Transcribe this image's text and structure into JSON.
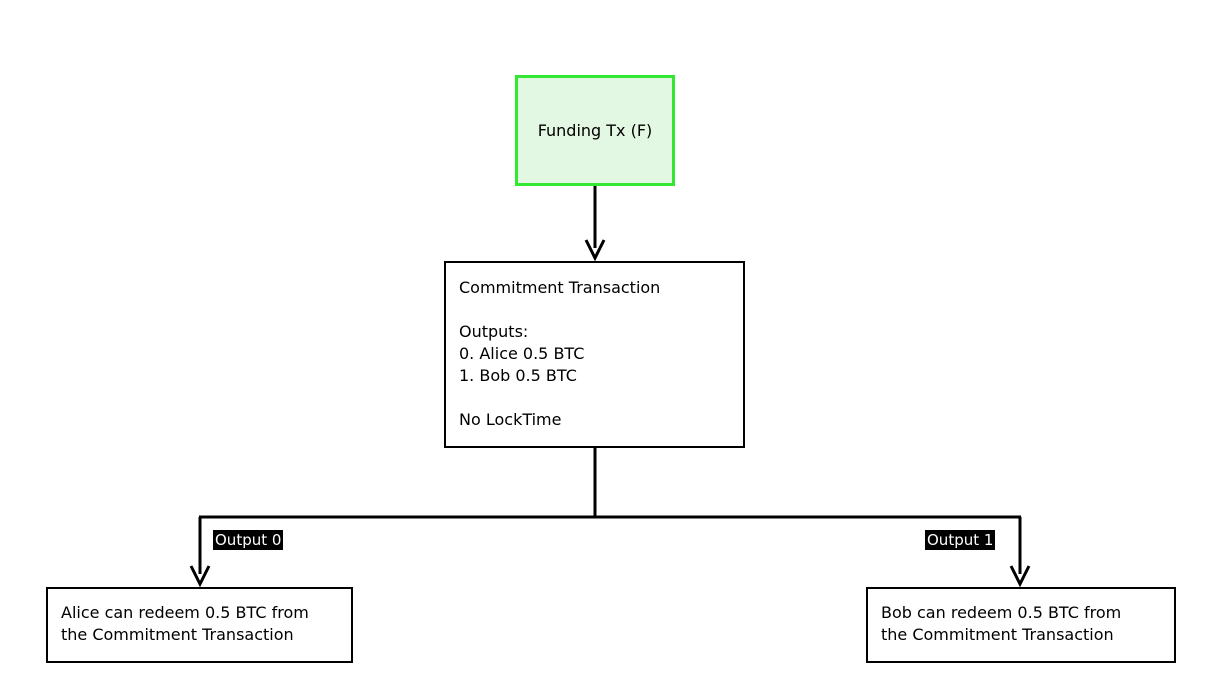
{
  "nodes": {
    "funding": {
      "label": "Funding Tx (F)",
      "fill": "#e3f8e3",
      "border": "#33e833"
    },
    "commitment": {
      "title": "Commitment Transaction",
      "outputs_header": "Outputs:",
      "output_0": "0. Alice 0.5 BTC",
      "output_1": "1. Bob 0.5 BTC",
      "locktime": "No LockTime"
    },
    "alice": {
      "line_1": "Alice can redeem 0.5 BTC from",
      "line_2": "the Commitment Transaction"
    },
    "bob": {
      "line_1": "Bob can redeem 0.5 BTC from",
      "line_2": "the Commitment Transaction"
    }
  },
  "edges": {
    "funding_to_commitment": {
      "from": "funding",
      "to": "commitment"
    },
    "commitment_to_alice": {
      "from": "commitment",
      "to": "alice",
      "label": "Output 0"
    },
    "commitment_to_bob": {
      "from": "commitment",
      "to": "bob",
      "label": "Output 1"
    }
  },
  "colors": {
    "edge": "#000000",
    "label_background": "#000000",
    "label_text": "#ffffff"
  }
}
